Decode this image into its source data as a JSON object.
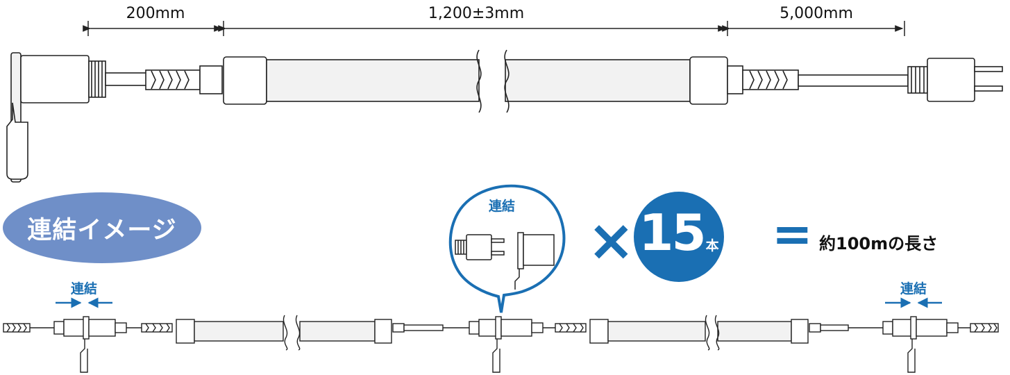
{
  "colors": {
    "accent_blue": "#1a6fb3",
    "pill_blue": "#6f8fc8",
    "line": "#222222",
    "tube_fill": "#f2f2f2"
  },
  "dimensions": {
    "left_cable": "200mm",
    "tube_length": "1,200±3mm",
    "right_cable": "5,000mm"
  },
  "connection_image_label": "連結イメージ",
  "connect_labels": {
    "left": "連結",
    "zoom": "連結",
    "right": "連結"
  },
  "multiplier": {
    "symbol": "×",
    "count": "15",
    "unit": "本"
  },
  "result": {
    "symbol": "=",
    "text": "約100mの長さ"
  }
}
